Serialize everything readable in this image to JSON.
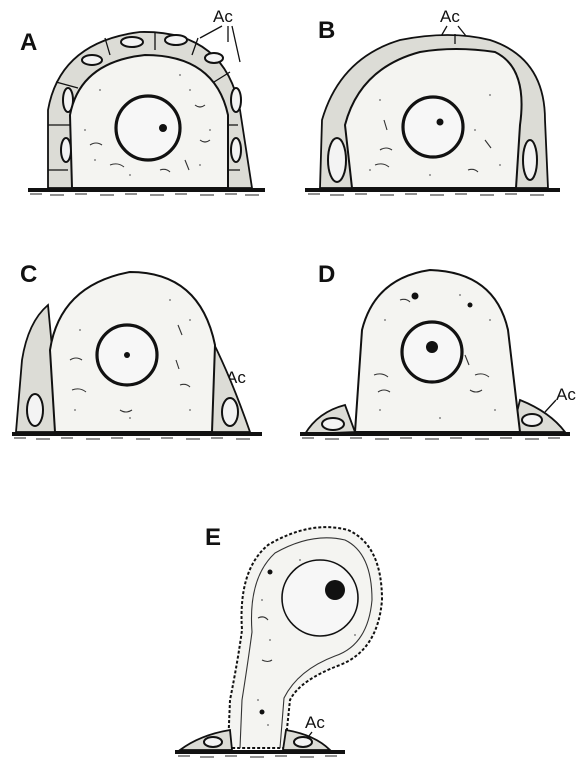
{
  "panels": [
    {
      "letter": "A",
      "ac_label": "Ac"
    },
    {
      "letter": "B",
      "ac_label": "Ac"
    },
    {
      "letter": "C",
      "ac_label": "Ac"
    },
    {
      "letter": "D",
      "ac_label": "Ac"
    },
    {
      "letter": "E",
      "ac_label": "Ac"
    }
  ],
  "colors": {
    "ink": "#111111",
    "cytoplasm": "#f4f4f1",
    "ac_cell": "#dcdcd6"
  }
}
